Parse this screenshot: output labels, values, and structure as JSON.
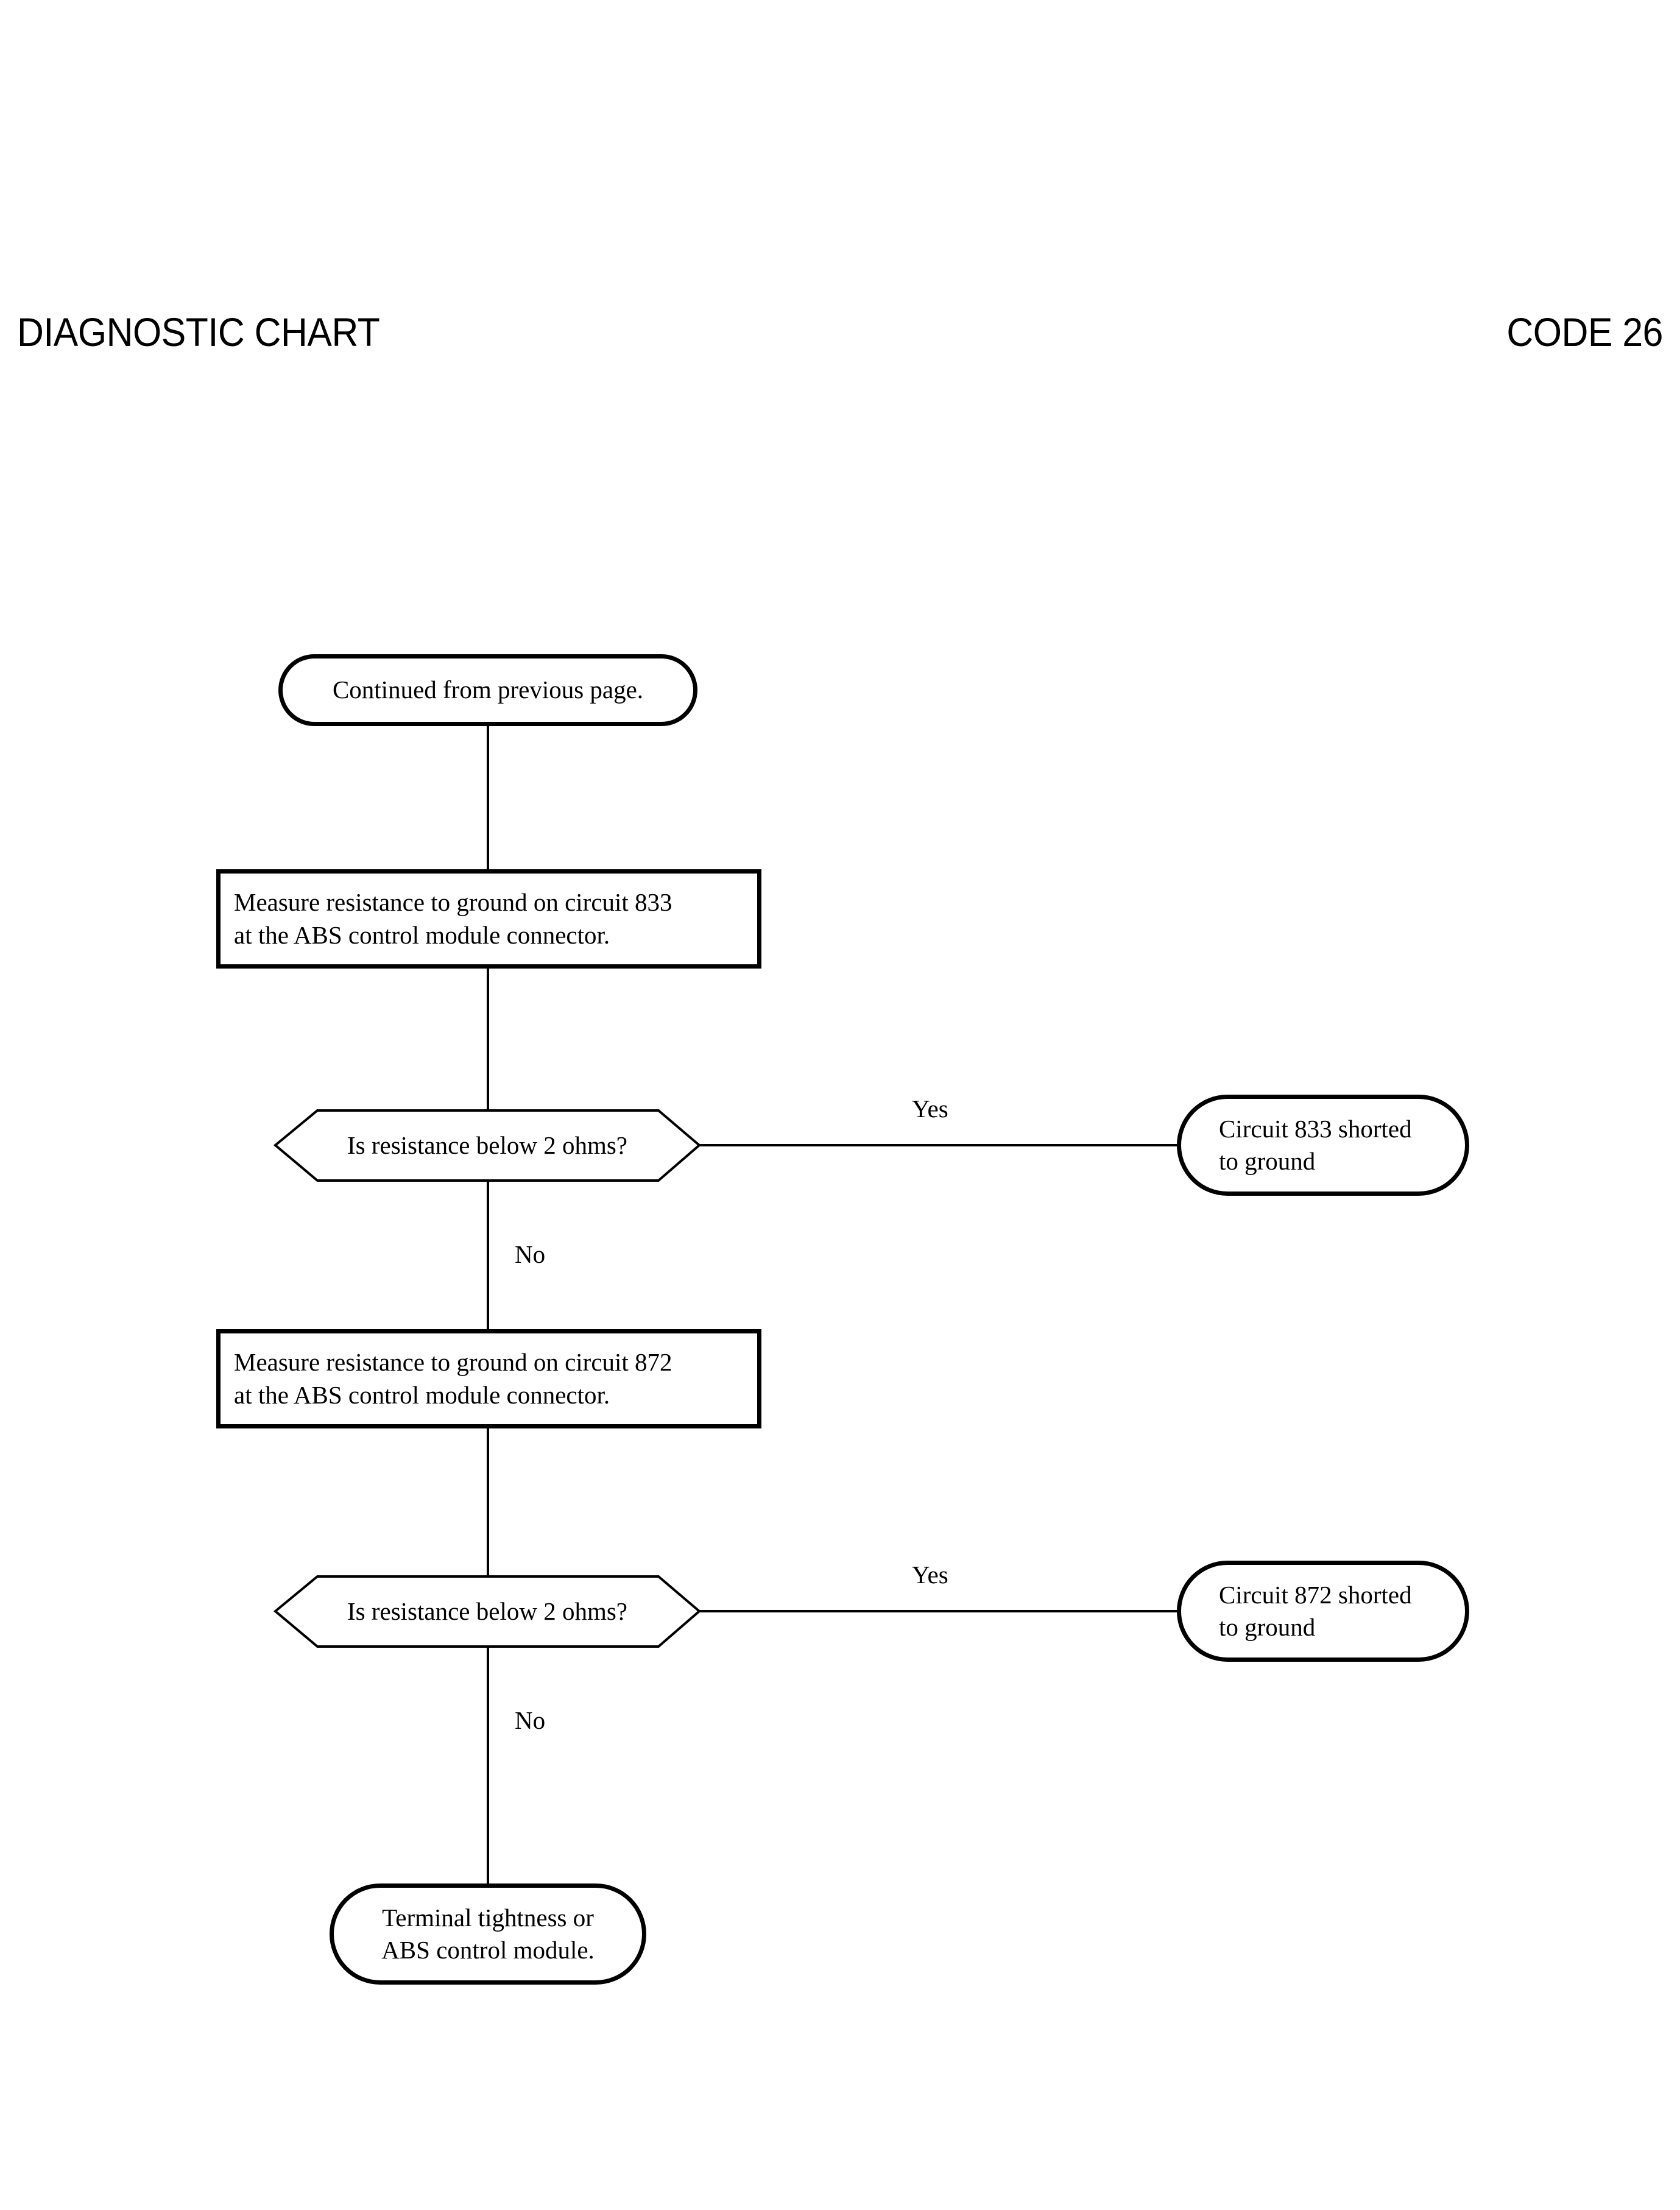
{
  "header": {
    "title": "DIAGNOSTIC CHART",
    "code": "CODE 26"
  },
  "chart_data": {
    "type": "diagram",
    "title": "DIAGNOSTIC CHART",
    "subtitle": "CODE 26",
    "nodes": [
      {
        "id": "start",
        "shape": "terminator",
        "text": "Continued from previous page."
      },
      {
        "id": "process1",
        "shape": "process",
        "text": "Measure resistance to ground on circuit 833\nat the ABS control module connector."
      },
      {
        "id": "decision1",
        "shape": "decision",
        "text": "Is resistance below 2 ohms?"
      },
      {
        "id": "result1",
        "shape": "terminator",
        "text": "Circuit 833 shorted\nto ground"
      },
      {
        "id": "process2",
        "shape": "process",
        "text": "Measure resistance to ground on circuit 872\nat the ABS control module connector."
      },
      {
        "id": "decision2",
        "shape": "decision",
        "text": "Is resistance below 2 ohms?"
      },
      {
        "id": "result2",
        "shape": "terminator",
        "text": "Circuit 872 shorted\nto ground"
      },
      {
        "id": "end",
        "shape": "terminator",
        "text": "Terminal tightness or\nABS control module."
      }
    ],
    "edges": [
      {
        "from": "start",
        "to": "process1",
        "label": ""
      },
      {
        "from": "process1",
        "to": "decision1",
        "label": ""
      },
      {
        "from": "decision1",
        "to": "result1",
        "label": "Yes"
      },
      {
        "from": "decision1",
        "to": "process2",
        "label": "No"
      },
      {
        "from": "process2",
        "to": "decision2",
        "label": ""
      },
      {
        "from": "decision2",
        "to": "result2",
        "label": "Yes"
      },
      {
        "from": "decision2",
        "to": "end",
        "label": "No"
      }
    ],
    "colors": {
      "stroke": "#000000",
      "background": "#ffffff"
    }
  },
  "nodes": {
    "start": {
      "text": "Continued from previous page."
    },
    "process1": {
      "text": "Measure resistance to ground on circuit 833\nat the ABS control module connector."
    },
    "decision1": {
      "text": "Is resistance below 2 ohms?"
    },
    "result1": {
      "text": "Circuit 833 shorted\nto ground"
    },
    "process2": {
      "text": "Measure resistance to ground on circuit 872\nat the ABS control module connector."
    },
    "decision2": {
      "text": "Is resistance below 2 ohms?"
    },
    "result2": {
      "text": "Circuit 872 shorted\nto ground"
    },
    "end": {
      "text": "Terminal tightness or\nABS control module."
    }
  },
  "edge_labels": {
    "yes1": "Yes",
    "no1": "No",
    "yes2": "Yes",
    "no2": "No"
  }
}
